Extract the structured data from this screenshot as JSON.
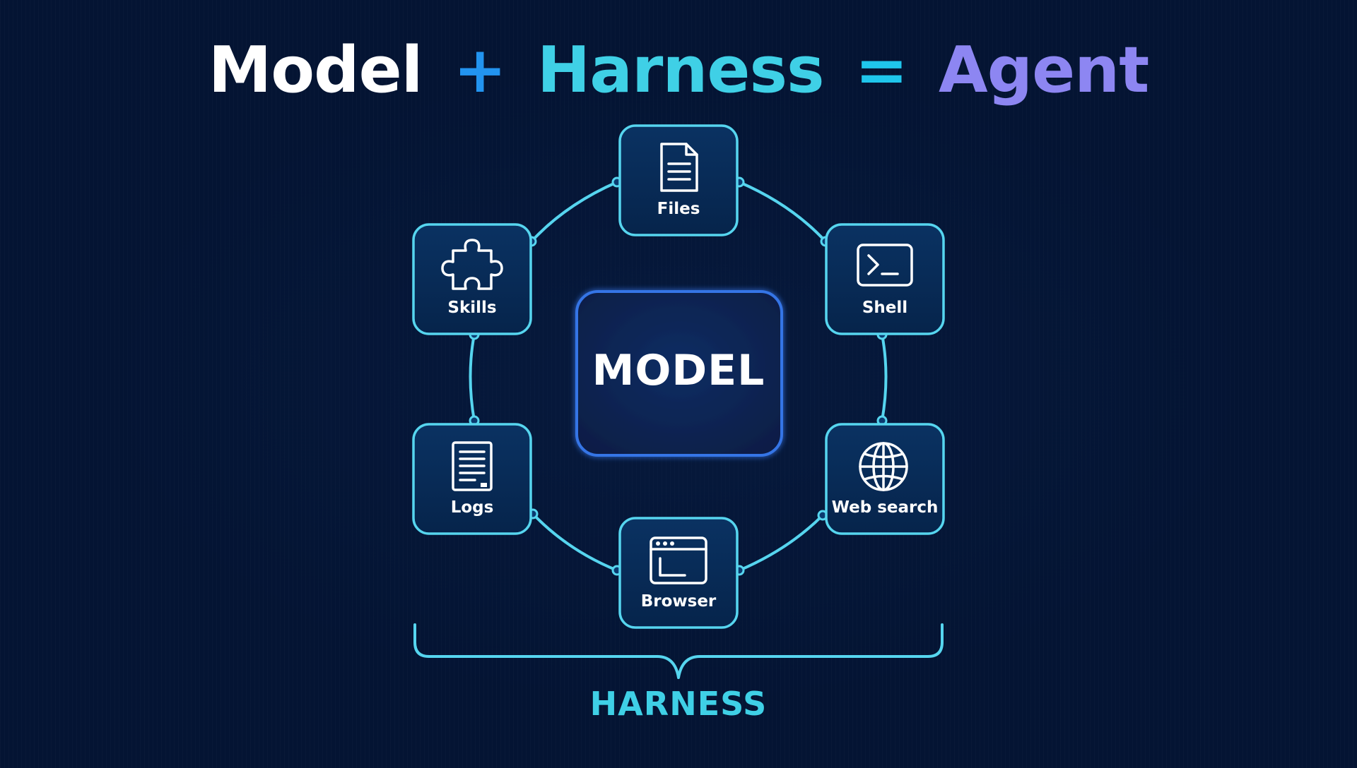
{
  "headline": {
    "model": "Model",
    "plus": "+",
    "harness": "Harness",
    "equals": "=",
    "agent": "Agent"
  },
  "center": {
    "label": "MODEL"
  },
  "nodes": [
    {
      "label": "Files",
      "icon": "file-icon"
    },
    {
      "label": "Shell",
      "icon": "terminal-icon"
    },
    {
      "label": "Web search",
      "icon": "globe-icon"
    },
    {
      "label": "Browser",
      "icon": "browser-window-icon"
    },
    {
      "label": "Logs",
      "icon": "log-document-icon"
    },
    {
      "label": "Skills",
      "icon": "puzzle-piece-icon"
    }
  ],
  "brace": {
    "label": "HARNESS"
  },
  "colors": {
    "background": "#041433",
    "node_fill": "#082a55",
    "node_border": "#56d5ef",
    "center_border": "#3574e6",
    "model_text": "#ffffff",
    "plus": "#2294f0",
    "harness_text": "#3fd0e6",
    "agent_text": "#8d86f2"
  }
}
